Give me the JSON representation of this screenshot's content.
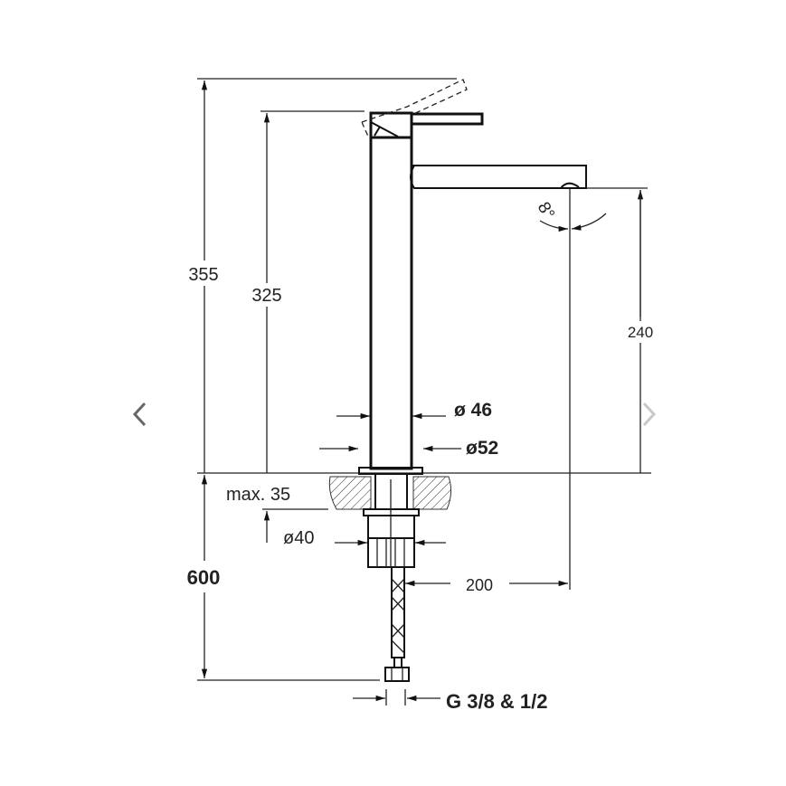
{
  "dimensions": {
    "total_height": "355",
    "lever_height": "325",
    "spout_height": "240",
    "spout_angle": "8°",
    "body_diameter": "ø 46",
    "base_diameter": "ø52",
    "max_counter_thickness": "max. 35",
    "shank_diameter": "ø40",
    "hose_length": "600",
    "spout_reach": "200",
    "connection": "G 3/8 & 1/2"
  },
  "navigation": {
    "prev": "‹",
    "next": "›"
  },
  "colors": {
    "line": "#111111",
    "nav_prev": "#666666",
    "nav_next": "#c8c8c8"
  }
}
